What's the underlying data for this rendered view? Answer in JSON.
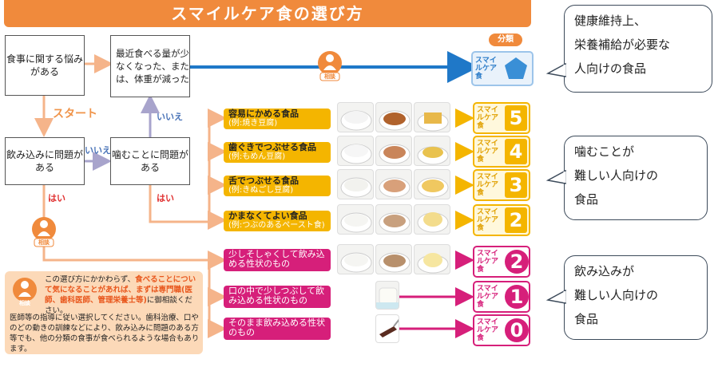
{
  "title": "スマイルケア食の選び方",
  "boxes": {
    "concern": "食事に関する悩みがある",
    "appetite": "最近食べる量が少なくなった、または、体重が減った",
    "swallow": "飲み込みに問題がある",
    "chew": "噛むことに問題がある"
  },
  "labels": {
    "start": "スタート",
    "iie1": "いいえ",
    "iie2": "いいえ",
    "hai1": "はい",
    "hai2": "はい",
    "consult": "相談",
    "bunrui": "分類",
    "smile_care": "スマイルケア食"
  },
  "categories": [
    {
      "name": "容易にかめる食品",
      "example": "(例:焼き豆腐)",
      "color": "yellow",
      "number": "5"
    },
    {
      "name": "歯ぐきでつぶせる食品",
      "example": "(例:もめん豆腐)",
      "color": "yellow",
      "number": "4"
    },
    {
      "name": "舌でつぶせる食品",
      "example": "(例:きぬごし豆腐)",
      "color": "yellow",
      "number": "3"
    },
    {
      "name": "かまなくてよい食品",
      "example": "(例:つぶのあるペースト食)",
      "color": "yellow",
      "number": "2"
    },
    {
      "name": "少しそしゃくして飲み込める性状のもの",
      "example": "",
      "color": "magenta",
      "number": "2"
    },
    {
      "name": "口の中で少しつぶして飲み込める性状のもの",
      "example": "",
      "color": "magenta",
      "number": "1"
    },
    {
      "name": "そのまま飲み込める性状のもの",
      "example": "",
      "color": "magenta",
      "number": "0"
    }
  ],
  "note": {
    "part1": "この選び方にかかわらず、",
    "highlight": "食べることについて気になることがあれば、まずは専門職(医師、歯科医師、管理栄養士等)",
    "part2": "に御相談ください。",
    "body": "医師等の指導に従い選択してください。歯科治療、口やのどの動きの訓練などにより、飲み込みに問題のある方等でも、他の分類の食事が食べられるような場合もあります。"
  },
  "bubbles": {
    "nutrition": [
      "健康維持上、",
      "栄養補給が必要な",
      "人向けの食品"
    ],
    "chewing": [
      "噛むことが",
      "難しい人向けの",
      "食品"
    ],
    "swallowing": [
      "飲み込みが",
      "難しい人向けの",
      "食品"
    ]
  },
  "colors": {
    "orange": "#f08a3c",
    "yellow": "#f4b500",
    "magenta": "#d61f7a",
    "blue": "#1f78c8",
    "pentagon": "#3a8fd6",
    "arrow_light": "#f5b48a",
    "arrow_gray": "#a8a4cc"
  }
}
